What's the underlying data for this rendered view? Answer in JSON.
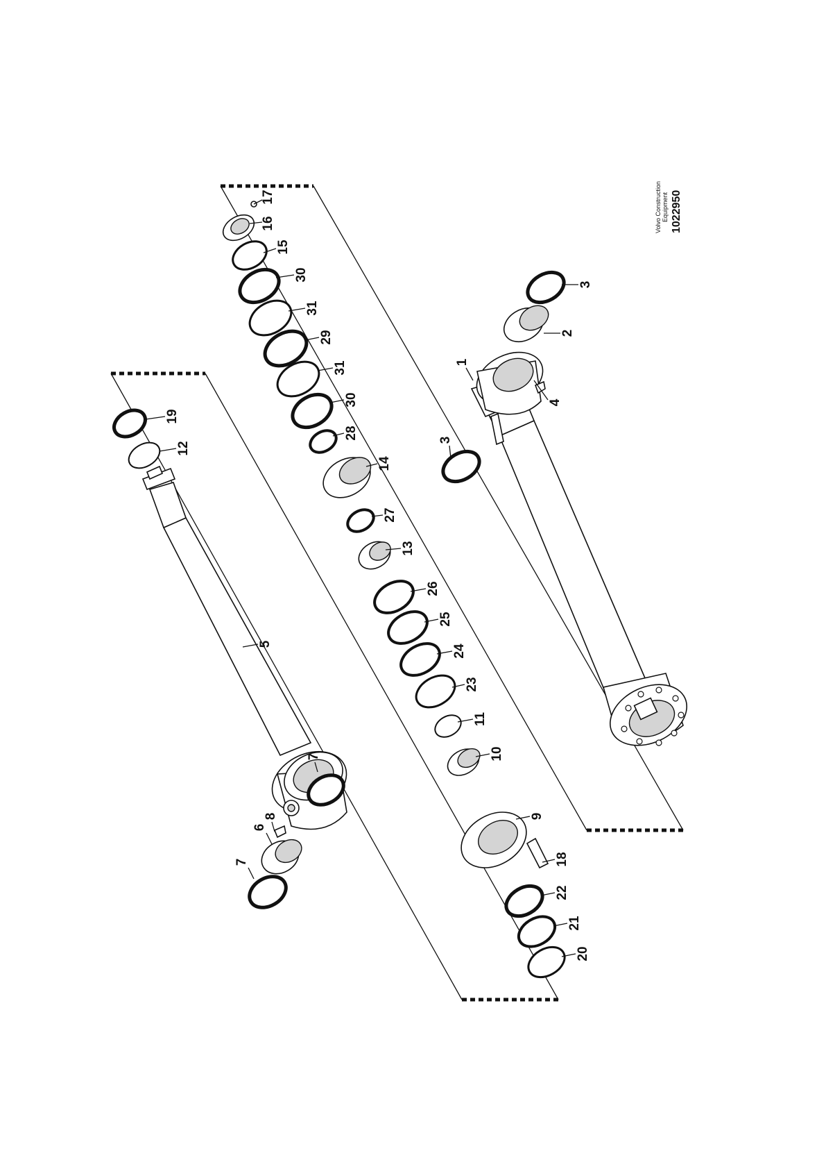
{
  "drawing": {
    "publisher_line1": "Volvo Construction",
    "publisher_line2": "Equipment",
    "drawing_number": "1022950"
  },
  "callouts": [
    {
      "id": "c1",
      "text": "1"
    },
    {
      "id": "c2",
      "text": "2"
    },
    {
      "id": "c3a",
      "text": "3"
    },
    {
      "id": "c3b",
      "text": "3"
    },
    {
      "id": "c4",
      "text": "4"
    },
    {
      "id": "c5",
      "text": "5"
    },
    {
      "id": "c6",
      "text": "6"
    },
    {
      "id": "c7a",
      "text": "7"
    },
    {
      "id": "c7b",
      "text": "7"
    },
    {
      "id": "c8",
      "text": "8"
    },
    {
      "id": "c9",
      "text": "9"
    },
    {
      "id": "c10",
      "text": "10"
    },
    {
      "id": "c11",
      "text": "11"
    },
    {
      "id": "c12",
      "text": "12"
    },
    {
      "id": "c13",
      "text": "13"
    },
    {
      "id": "c14",
      "text": "14"
    },
    {
      "id": "c15",
      "text": "15"
    },
    {
      "id": "c16",
      "text": "16"
    },
    {
      "id": "c17",
      "text": "17"
    },
    {
      "id": "c18",
      "text": "18"
    },
    {
      "id": "c19",
      "text": "19"
    },
    {
      "id": "c20",
      "text": "20"
    },
    {
      "id": "c21",
      "text": "21"
    },
    {
      "id": "c22",
      "text": "22"
    },
    {
      "id": "c23",
      "text": "23"
    },
    {
      "id": "c24",
      "text": "24"
    },
    {
      "id": "c25",
      "text": "25"
    },
    {
      "id": "c26",
      "text": "26"
    },
    {
      "id": "c27",
      "text": "27"
    },
    {
      "id": "c28",
      "text": "28"
    },
    {
      "id": "c29",
      "text": "29"
    },
    {
      "id": "c30a",
      "text": "30"
    },
    {
      "id": "c30b",
      "text": "30"
    },
    {
      "id": "c31a",
      "text": "31"
    },
    {
      "id": "c31b",
      "text": "31"
    }
  ]
}
